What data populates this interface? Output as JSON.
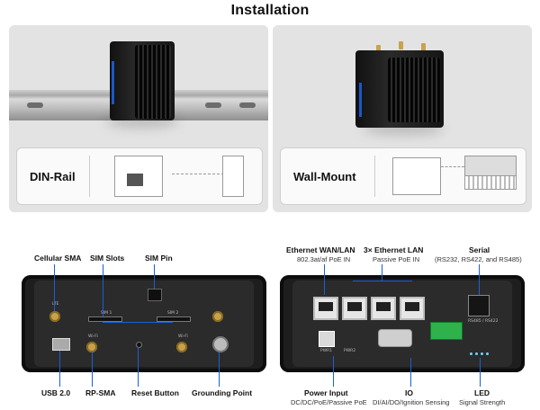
{
  "title": "Installation",
  "panels": {
    "din_label": "DIN-Rail",
    "wall_label": "Wall-Mount"
  },
  "front_left": {
    "cellular_sma": "Cellular SMA",
    "sim_slots": "SIM Slots",
    "sim_pin": "SIM Pin",
    "usb": "USB 2.0",
    "rp_sma": "RP-SMA",
    "reset": "Reset Button",
    "ground": "Grounding Point"
  },
  "front_right": {
    "eth_wan": "Ethernet WAN/LAN",
    "eth_wan_sub": "802.3at/af PoE IN",
    "eth_lan": "3× Ethernet LAN",
    "eth_lan_sub": "Passive PoE IN",
    "serial": "Serial",
    "serial_sub": "(RS232, RS422, and RS485)",
    "power": "Power Input",
    "power_sub": "DC/DC/PoE/Passive PoE",
    "io": "IO",
    "io_sub": "DI/AI/DO/Ignition Sensing",
    "led": "LED",
    "led_sub": "Signal Strength"
  },
  "colors": {
    "accent": "#1b5fd6",
    "device_blue": "#1b57c8"
  }
}
